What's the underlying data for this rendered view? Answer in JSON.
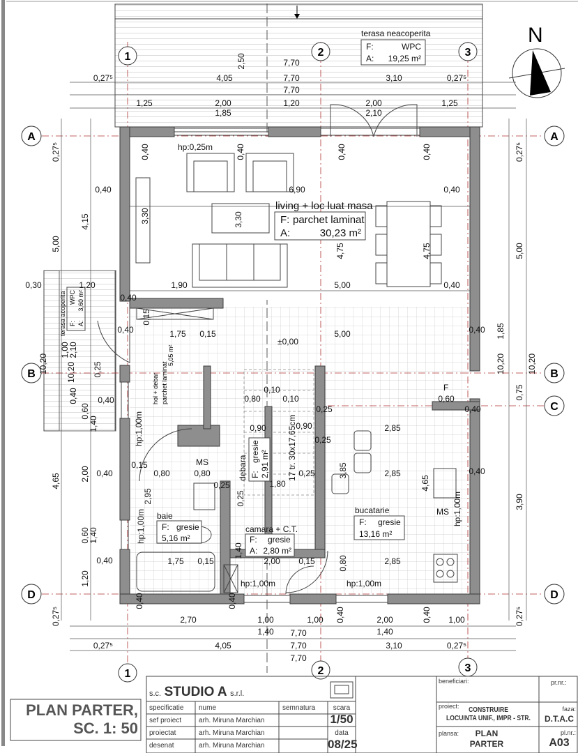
{
  "drawing": {
    "axes": {
      "columns": [
        "1",
        "2",
        "3"
      ],
      "rows": [
        "A",
        "B",
        "C",
        "D"
      ]
    },
    "north_label": "N",
    "level_mark": "±0,00",
    "rooms": [
      {
        "name": "terasa neacoperita",
        "finish_label": "F:",
        "finish": "WPC",
        "area_label": "A:",
        "area": "19,25 m²"
      },
      {
        "name": "living + loc luat masa",
        "finish_label": "F:",
        "finish": "parchet laminat",
        "area_label": "A:",
        "area": "30,23 m²"
      },
      {
        "name": "terasa acoperita",
        "finish_label": "F:",
        "finish": "WPC",
        "area_label": "A:",
        "area": "3,60 m²"
      },
      {
        "name": "hol + debar",
        "finish_label": "F:",
        "finish": "parchet laminat",
        "area_label": "A:",
        "area": "5,05 m²"
      },
      {
        "name": "debara",
        "finish_label": "F:",
        "finish": "gresie",
        "area_label": "A:",
        "area": "2,91 m²"
      },
      {
        "name": "baie",
        "finish_label": "F:",
        "finish": "gresie",
        "area_label": "A:",
        "area": "5,16 m²"
      },
      {
        "name": "camara + C.T.",
        "finish_label": "F:",
        "finish": "gresie",
        "area_label": "A:",
        "area": "2,80 m²"
      },
      {
        "name": "bucatarie",
        "finish_label": "F:",
        "finish": "gresie",
        "area_label": "A:",
        "area": "13,16 m²"
      }
    ],
    "annotations": {
      "hp_living": "hp:0,25m",
      "hp_hol": "hp:1,00m",
      "hp_baie": "hp:1,00m",
      "hp_camara": "hp:1,00m",
      "hp_bucatarie_bottom": "hp:1,00m",
      "hp_bucatarie_right": "hp:1,00m",
      "ms_baie": "MS",
      "ms_bucatarie": "MS",
      "fridge": "F",
      "stairs": "17 tr. 30x17,65cm"
    },
    "dimensions": [
      "7,70",
      "0,27⁵",
      "4,05",
      "7,70",
      "3,10",
      "0,27⁵",
      "7,70",
      "1,25",
      "2,00",
      "1,20",
      "2,00",
      "1,25",
      "1,85",
      "2,10",
      "2,50",
      "2,70",
      "1,00",
      "1,00",
      "2,00",
      "1,00",
      "1,40",
      "7,70",
      "1,40",
      "0,27⁵",
      "4,05",
      "7,70",
      "3,10",
      "0,27⁵",
      "7,70",
      "0,27⁵",
      "4,15",
      "5,00",
      "0,40",
      "0,30",
      "1,20",
      "10,20",
      "10,20",
      "4,65",
      "2,00",
      "1,40",
      "0,60",
      "1,40",
      "0,60",
      "1,20",
      "0,27⁵",
      "0,40",
      "0,40",
      "0,40",
      "0,40",
      "0,40",
      "0,27⁵",
      "5,00",
      "0,40",
      "0,40",
      "0,40",
      "10,20",
      "1,85",
      "10,20",
      "0,75",
      "3,90",
      "0,27⁵",
      "0,40",
      "0,40",
      "6,90",
      "3,30",
      "3,30",
      "1,90",
      "5,00",
      "4,75",
      "4,75",
      "0,40",
      "0,40",
      "0,40",
      "0,40",
      "5,00",
      "1,75",
      "0,15",
      "0,80",
      "0,80",
      "0,25",
      "2,95",
      "1,75",
      "0,15",
      "2,00",
      "0,15",
      "0,80",
      "2,85",
      "2,85",
      "2,85",
      "1,80",
      "3,85",
      "4,65",
      "0,25",
      "0,25",
      "0,25",
      "0,90",
      "0,90",
      "0,80",
      "0,60",
      "0,15",
      "0,40",
      "0,40",
      "0,40",
      "0,40",
      "1,40",
      "0,25",
      "0,15",
      "0,10",
      "0,10",
      "2,10",
      "1,00",
      "0,25",
      "0,40"
    ]
  },
  "title_block": {
    "sheet_title_line1": "PLAN PARTER,",
    "sheet_title_line2": "SC. 1: 50",
    "company_prefix": "s.c.",
    "company_name": "STUDIO A",
    "company_suffix": "s.r.l.",
    "headers": {
      "spec": "specificatie",
      "name": "nume",
      "signature": "semnatura",
      "scale": "scara",
      "date": "data"
    },
    "rows": [
      {
        "role": "sef proiect",
        "name": "arh. Miruna Marchian"
      },
      {
        "role": "proiectat",
        "name": "arh. Miruna Marchian"
      },
      {
        "role": "desenat",
        "name": "arh. Miruna Marchian"
      }
    ],
    "scale": "1/50",
    "date": "08/25",
    "beneficiary_label": "beneficiari:",
    "project_nr_label": "pr.nr.:",
    "project_label": "proiect:",
    "project_line1": "CONSTRUIRE",
    "project_line2": "LOCUINTA UNIF., IMPR - STR.",
    "phase_label": "faza:",
    "phase": "D.T.A.C",
    "sheet_label": "plansa:",
    "sheet_line1": "PLAN",
    "sheet_line2": "PARTER",
    "sheet_nr_label": "pl.nr.:",
    "sheet_nr": "A03"
  }
}
